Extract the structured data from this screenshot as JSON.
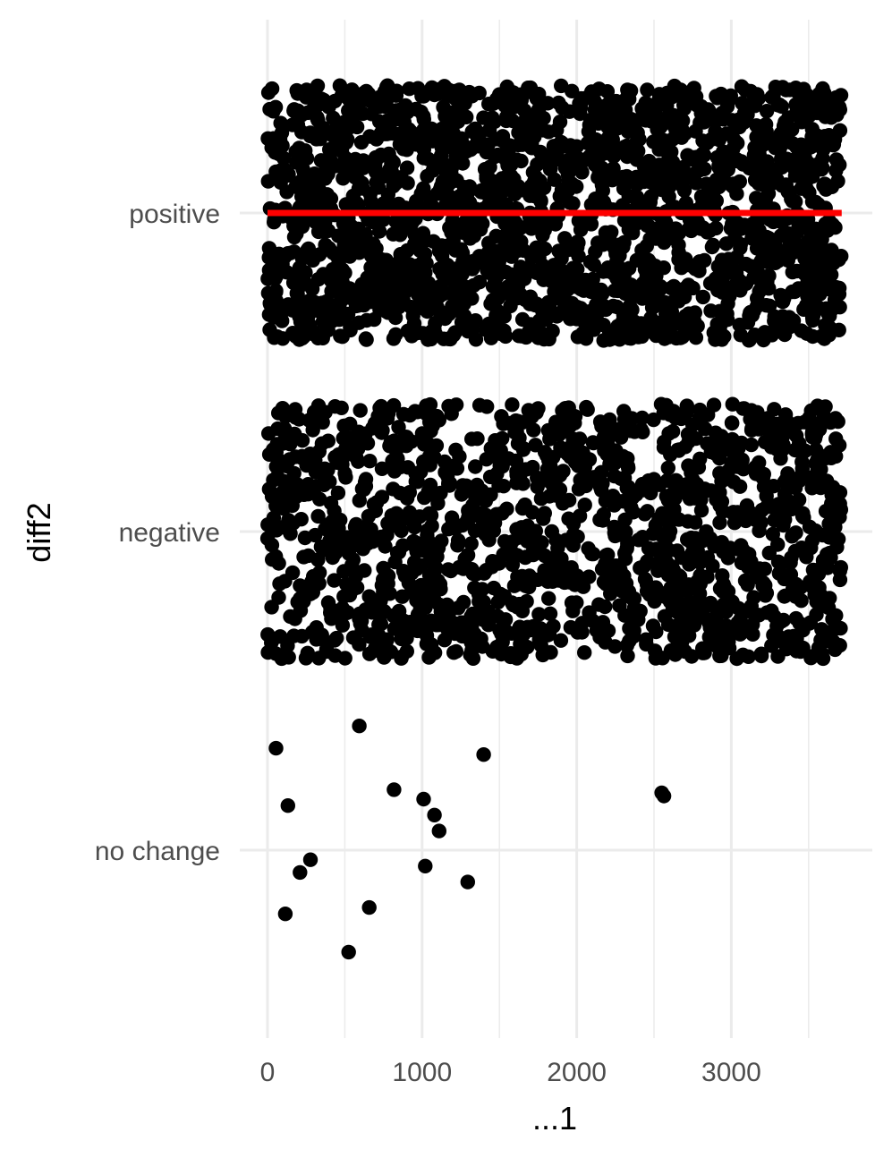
{
  "chart_data": {
    "type": "scatter",
    "title": "",
    "xlabel": "...1",
    "ylabel": "diff2",
    "xlim": [
      -25,
      3900
    ],
    "x_ticks": [
      0,
      1000,
      2000,
      3000
    ],
    "categories": [
      "no change",
      "negative",
      "positive"
    ],
    "grid": true,
    "legend": "none",
    "colors": {
      "points": "#000000",
      "trend_line": "#ff0000",
      "grid": "#ebebeb",
      "tick_text": "#4d4d4d"
    },
    "jitter_height": 0.4,
    "point_counts": {
      "positive": 2050,
      "negative": 1480,
      "no change": 17
    },
    "x_range_observed": [
      0,
      3714
    ],
    "no_change_points": [
      {
        "x": 55,
        "y_offset": 0.32
      },
      {
        "x": 594,
        "y_offset": 0.39
      },
      {
        "x": 1398,
        "y_offset": 0.3
      },
      {
        "x": 818,
        "y_offset": 0.19
      },
      {
        "x": 1010,
        "y_offset": 0.16
      },
      {
        "x": 2564,
        "y_offset": 0.17
      },
      {
        "x": 132,
        "y_offset": 0.14
      },
      {
        "x": 1080,
        "y_offset": 0.11
      },
      {
        "x": 1110,
        "y_offset": 0.06
      },
      {
        "x": 278,
        "y_offset": -0.03
      },
      {
        "x": 210,
        "y_offset": -0.07
      },
      {
        "x": 1020,
        "y_offset": -0.05
      },
      {
        "x": 1295,
        "y_offset": -0.1
      },
      {
        "x": 115,
        "y_offset": -0.2
      },
      {
        "x": 658,
        "y_offset": -0.18
      },
      {
        "x": 525,
        "y_offset": -0.32
      },
      {
        "x": 2550,
        "y_offset": 0.18
      }
    ],
    "trend_line": {
      "category": "positive",
      "x": [
        0,
        3714
      ],
      "color": "#ff0000"
    }
  }
}
